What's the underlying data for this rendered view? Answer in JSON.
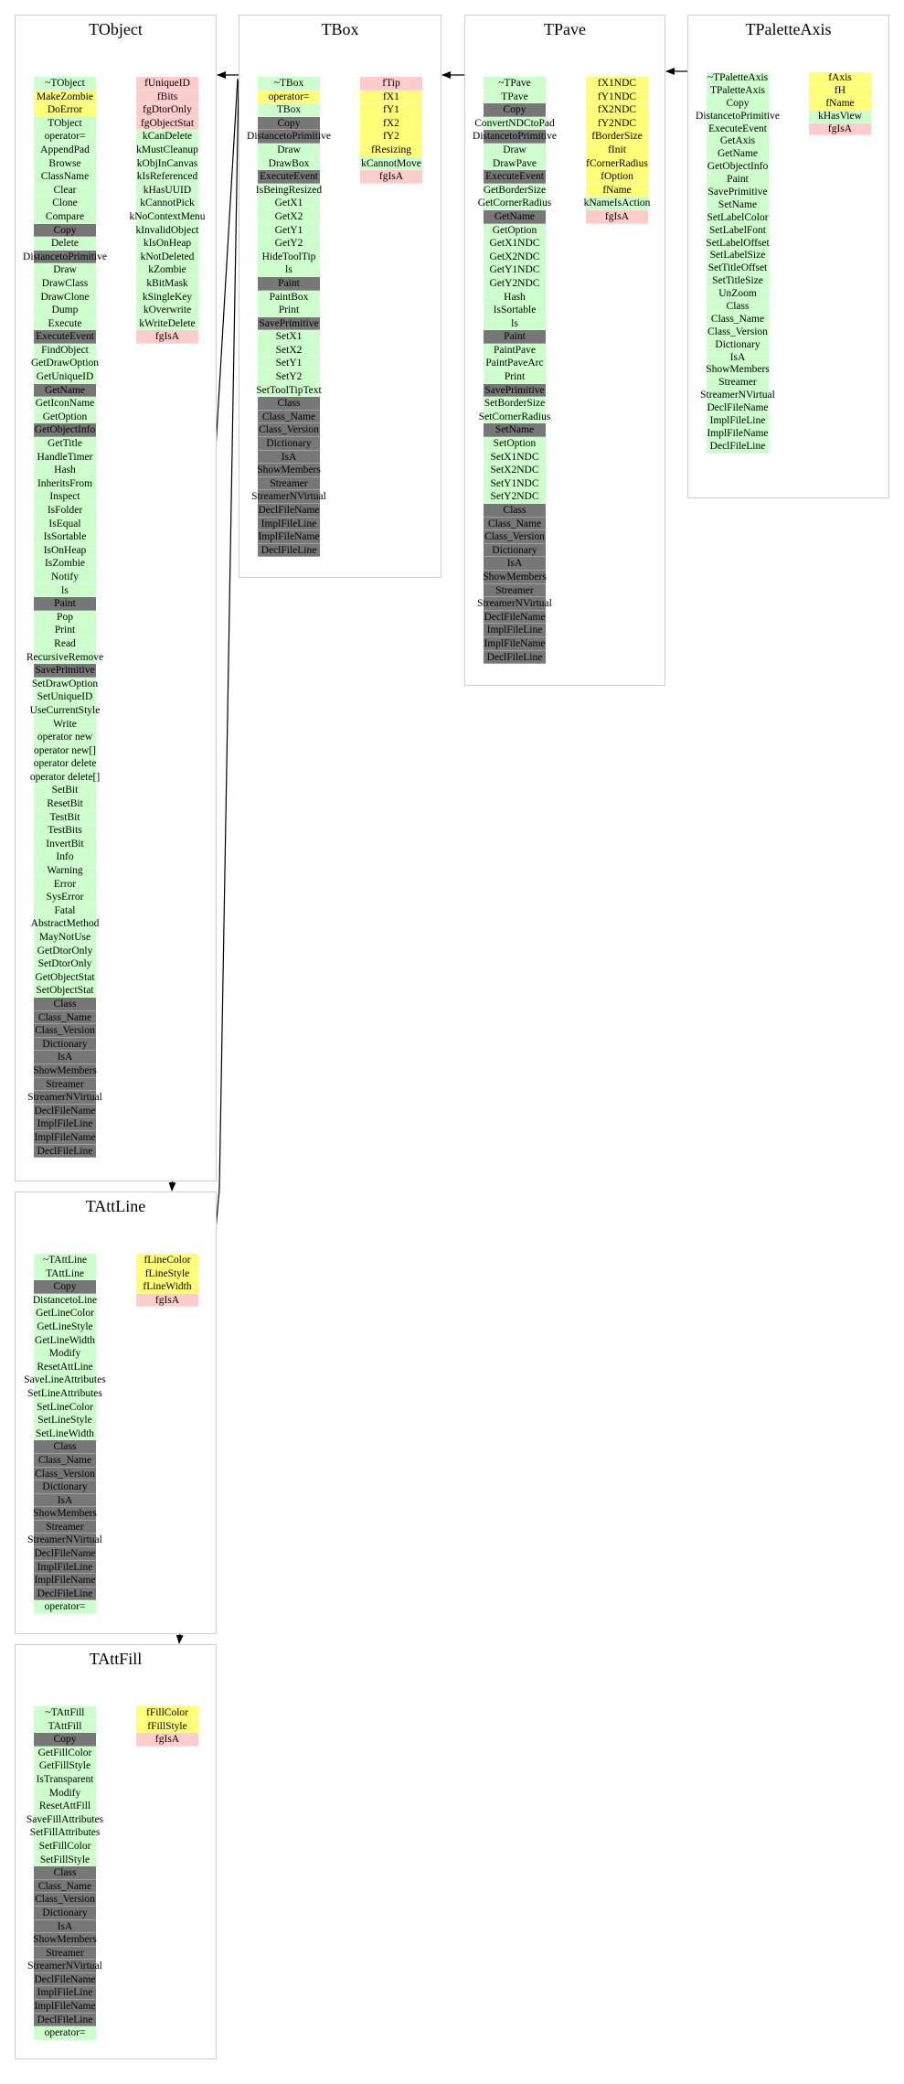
{
  "colors": {
    "g": "#ccffcc",
    "y": "#ffff77",
    "p": "#ffcccc",
    "d": "#777777"
  },
  "classes": [
    {
      "id": "tobject",
      "name": "TObject",
      "methods": [
        [
          "~TObject",
          "g"
        ],
        [
          "MakeZombie",
          "y"
        ],
        [
          "DoError",
          "y"
        ],
        [
          "TObject",
          "g"
        ],
        [
          "operator=",
          "g"
        ],
        [
          "AppendPad",
          "g"
        ],
        [
          "Browse",
          "g"
        ],
        [
          "ClassName",
          "g"
        ],
        [
          "Clear",
          "g"
        ],
        [
          "Clone",
          "g"
        ],
        [
          "Compare",
          "g"
        ],
        [
          "Copy",
          "d"
        ],
        [
          "Delete",
          "g"
        ],
        [
          "DistancetoPrimitive",
          "d"
        ],
        [
          "Draw",
          "g"
        ],
        [
          "DrawClass",
          "g"
        ],
        [
          "DrawClone",
          "g"
        ],
        [
          "Dump",
          "g"
        ],
        [
          "Execute",
          "g"
        ],
        [
          "ExecuteEvent",
          "d"
        ],
        [
          "FindObject",
          "g"
        ],
        [
          "GetDrawOption",
          "g"
        ],
        [
          "GetUniqueID",
          "g"
        ],
        [
          "GetName",
          "d"
        ],
        [
          "GetIconName",
          "g"
        ],
        [
          "GetOption",
          "g"
        ],
        [
          "GetObjectInfo",
          "d"
        ],
        [
          "GetTitle",
          "g"
        ],
        [
          "HandleTimer",
          "g"
        ],
        [
          "Hash",
          "g"
        ],
        [
          "InheritsFrom",
          "g"
        ],
        [
          "Inspect",
          "g"
        ],
        [
          "IsFolder",
          "g"
        ],
        [
          "IsEqual",
          "g"
        ],
        [
          "IsSortable",
          "g"
        ],
        [
          "IsOnHeap",
          "g"
        ],
        [
          "IsZombie",
          "g"
        ],
        [
          "Notify",
          "g"
        ],
        [
          "ls",
          "g"
        ],
        [
          "Paint",
          "d"
        ],
        [
          "Pop",
          "g"
        ],
        [
          "Print",
          "g"
        ],
        [
          "Read",
          "g"
        ],
        [
          "RecursiveRemove",
          "g"
        ],
        [
          "SavePrimitive",
          "d"
        ],
        [
          "SetDrawOption",
          "g"
        ],
        [
          "SetUniqueID",
          "g"
        ],
        [
          "UseCurrentStyle",
          "g"
        ],
        [
          "Write",
          "g"
        ],
        [
          "operator new",
          "g"
        ],
        [
          "operator new[]",
          "g"
        ],
        [
          "operator delete",
          "g"
        ],
        [
          "operator delete[]",
          "g"
        ],
        [
          "SetBit",
          "g"
        ],
        [
          "ResetBit",
          "g"
        ],
        [
          "TestBit",
          "g"
        ],
        [
          "TestBits",
          "g"
        ],
        [
          "InvertBit",
          "g"
        ],
        [
          "Info",
          "g"
        ],
        [
          "Warning",
          "g"
        ],
        [
          "Error",
          "g"
        ],
        [
          "SysError",
          "g"
        ],
        [
          "Fatal",
          "g"
        ],
        [
          "AbstractMethod",
          "g"
        ],
        [
          "MayNotUse",
          "g"
        ],
        [
          "GetDtorOnly",
          "g"
        ],
        [
          "SetDtorOnly",
          "g"
        ],
        [
          "GetObjectStat",
          "g"
        ],
        [
          "SetObjectStat",
          "g"
        ],
        [
          "Class",
          "d"
        ],
        [
          "Class_Name",
          "d"
        ],
        [
          "Class_Version",
          "d"
        ],
        [
          "Dictionary",
          "d"
        ],
        [
          "IsA",
          "d"
        ],
        [
          "ShowMembers",
          "d"
        ],
        [
          "Streamer",
          "d"
        ],
        [
          "StreamerNVirtual",
          "d"
        ],
        [
          "DeclFileName",
          "d"
        ],
        [
          "ImplFileLine",
          "d"
        ],
        [
          "ImplFileName",
          "d"
        ],
        [
          "DeclFileLine",
          "d"
        ]
      ],
      "fields": [
        [
          "fUniqueID",
          "p"
        ],
        [
          "fBits",
          "p"
        ],
        [
          "fgDtorOnly",
          "p"
        ],
        [
          "fgObjectStat",
          "p"
        ],
        [
          "kCanDelete",
          "g"
        ],
        [
          "kMustCleanup",
          "g"
        ],
        [
          "kObjInCanvas",
          "g"
        ],
        [
          "kIsReferenced",
          "g"
        ],
        [
          "kHasUUID",
          "g"
        ],
        [
          "kCannotPick",
          "g"
        ],
        [
          "kNoContextMenu",
          "g"
        ],
        [
          "kInvalidObject",
          "g"
        ],
        [
          "kIsOnHeap",
          "g"
        ],
        [
          "kNotDeleted",
          "g"
        ],
        [
          "kZombie",
          "g"
        ],
        [
          "kBitMask",
          "g"
        ],
        [
          "kSingleKey",
          "g"
        ],
        [
          "kOverwrite",
          "g"
        ],
        [
          "kWriteDelete",
          "g"
        ],
        [
          "fgIsA",
          "p"
        ]
      ]
    },
    {
      "id": "tbox",
      "name": "TBox",
      "methods": [
        [
          "~TBox",
          "g"
        ],
        [
          "operator=",
          "y"
        ],
        [
          "TBox",
          "g"
        ],
        [
          "Copy",
          "d"
        ],
        [
          "DistancetoPrimitive",
          "d"
        ],
        [
          "Draw",
          "g"
        ],
        [
          "DrawBox",
          "g"
        ],
        [
          "ExecuteEvent",
          "d"
        ],
        [
          "IsBeingResized",
          "g"
        ],
        [
          "GetX1",
          "g"
        ],
        [
          "GetX2",
          "g"
        ],
        [
          "GetY1",
          "g"
        ],
        [
          "GetY2",
          "g"
        ],
        [
          "HideToolTip",
          "g"
        ],
        [
          "ls",
          "g"
        ],
        [
          "Paint",
          "d"
        ],
        [
          "PaintBox",
          "g"
        ],
        [
          "Print",
          "g"
        ],
        [
          "SavePrimitive",
          "d"
        ],
        [
          "SetX1",
          "g"
        ],
        [
          "SetX2",
          "g"
        ],
        [
          "SetY1",
          "g"
        ],
        [
          "SetY2",
          "g"
        ],
        [
          "SetToolTipText",
          "g"
        ],
        [
          "Class",
          "d"
        ],
        [
          "Class_Name",
          "d"
        ],
        [
          "Class_Version",
          "d"
        ],
        [
          "Dictionary",
          "d"
        ],
        [
          "IsA",
          "d"
        ],
        [
          "ShowMembers",
          "d"
        ],
        [
          "Streamer",
          "d"
        ],
        [
          "StreamerNVirtual",
          "d"
        ],
        [
          "DeclFileName",
          "d"
        ],
        [
          "ImplFileLine",
          "d"
        ],
        [
          "ImplFileName",
          "d"
        ],
        [
          "DeclFileLine",
          "d"
        ]
      ],
      "fields": [
        [
          "fTip",
          "p"
        ],
        [
          "fX1",
          "y"
        ],
        [
          "fY1",
          "y"
        ],
        [
          "fX2",
          "y"
        ],
        [
          "fY2",
          "y"
        ],
        [
          "fResizing",
          "y"
        ],
        [
          "kCannotMove",
          "g"
        ],
        [
          "fgIsA",
          "p"
        ]
      ]
    },
    {
      "id": "tpave",
      "name": "TPave",
      "methods": [
        [
          "~TPave",
          "g"
        ],
        [
          "TPave",
          "g"
        ],
        [
          "Copy",
          "d"
        ],
        [
          "ConvertNDCtoPad",
          "g"
        ],
        [
          "DistancetoPrimitive",
          "d"
        ],
        [
          "Draw",
          "g"
        ],
        [
          "DrawPave",
          "g"
        ],
        [
          "ExecuteEvent",
          "d"
        ],
        [
          "GetBorderSize",
          "g"
        ],
        [
          "GetCornerRadius",
          "g"
        ],
        [
          "GetName",
          "d"
        ],
        [
          "GetOption",
          "g"
        ],
        [
          "GetX1NDC",
          "g"
        ],
        [
          "GetX2NDC",
          "g"
        ],
        [
          "GetY1NDC",
          "g"
        ],
        [
          "GetY2NDC",
          "g"
        ],
        [
          "Hash",
          "g"
        ],
        [
          "IsSortable",
          "g"
        ],
        [
          "ls",
          "g"
        ],
        [
          "Paint",
          "d"
        ],
        [
          "PaintPave",
          "g"
        ],
        [
          "PaintPaveArc",
          "g"
        ],
        [
          "Print",
          "g"
        ],
        [
          "SavePrimitive",
          "d"
        ],
        [
          "SetBorderSize",
          "g"
        ],
        [
          "SetCornerRadius",
          "g"
        ],
        [
          "SetName",
          "d"
        ],
        [
          "SetOption",
          "g"
        ],
        [
          "SetX1NDC",
          "g"
        ],
        [
          "SetX2NDC",
          "g"
        ],
        [
          "SetY1NDC",
          "g"
        ],
        [
          "SetY2NDC",
          "g"
        ],
        [
          "Class",
          "d"
        ],
        [
          "Class_Name",
          "d"
        ],
        [
          "Class_Version",
          "d"
        ],
        [
          "Dictionary",
          "d"
        ],
        [
          "IsA",
          "d"
        ],
        [
          "ShowMembers",
          "d"
        ],
        [
          "Streamer",
          "d"
        ],
        [
          "StreamerNVirtual",
          "d"
        ],
        [
          "DeclFileName",
          "d"
        ],
        [
          "ImplFileLine",
          "d"
        ],
        [
          "ImplFileName",
          "d"
        ],
        [
          "DeclFileLine",
          "d"
        ]
      ],
      "fields": [
        [
          "fX1NDC",
          "y"
        ],
        [
          "fY1NDC",
          "y"
        ],
        [
          "fX2NDC",
          "y"
        ],
        [
          "fY2NDC",
          "y"
        ],
        [
          "fBorderSize",
          "y"
        ],
        [
          "fInit",
          "y"
        ],
        [
          "fCornerRadius",
          "y"
        ],
        [
          "fOption",
          "y"
        ],
        [
          "fName",
          "y"
        ],
        [
          "kNameIsAction",
          "g"
        ],
        [
          "fgIsA",
          "p"
        ]
      ]
    },
    {
      "id": "tpaletteaxis",
      "name": "TPaletteAxis",
      "methods": [
        [
          "~TPaletteAxis",
          "g"
        ],
        [
          "TPaletteAxis",
          "g"
        ],
        [
          "Copy",
          "g"
        ],
        [
          "DistancetoPrimitive",
          "g"
        ],
        [
          "ExecuteEvent",
          "g"
        ],
        [
          "GetAxis",
          "g"
        ],
        [
          "GetName",
          "g"
        ],
        [
          "GetObjectInfo",
          "g"
        ],
        [
          "Paint",
          "g"
        ],
        [
          "SavePrimitive",
          "g"
        ],
        [
          "SetName",
          "g"
        ],
        [
          "SetLabelColor",
          "g"
        ],
        [
          "SetLabelFont",
          "g"
        ],
        [
          "SetLabelOffset",
          "g"
        ],
        [
          "SetLabelSize",
          "g"
        ],
        [
          "SetTitleOffset",
          "g"
        ],
        [
          "SetTitleSize",
          "g"
        ],
        [
          "UnZoom",
          "g"
        ],
        [
          "Class",
          "g"
        ],
        [
          "Class_Name",
          "g"
        ],
        [
          "Class_Version",
          "g"
        ],
        [
          "Dictionary",
          "g"
        ],
        [
          "IsA",
          "g"
        ],
        [
          "ShowMembers",
          "g"
        ],
        [
          "Streamer",
          "g"
        ],
        [
          "StreamerNVirtual",
          "g"
        ],
        [
          "DeclFileName",
          "g"
        ],
        [
          "ImplFileLine",
          "g"
        ],
        [
          "ImplFileName",
          "g"
        ],
        [
          "DeclFileLine",
          "g"
        ]
      ],
      "fields": [
        [
          "fAxis",
          "y"
        ],
        [
          "fH",
          "y"
        ],
        [
          "fName",
          "y"
        ],
        [
          "kHasView",
          "g"
        ],
        [
          "fgIsA",
          "p"
        ]
      ]
    },
    {
      "id": "tattline",
      "name": "TAttLine",
      "methods": [
        [
          "~TAttLine",
          "g"
        ],
        [
          "TAttLine",
          "g"
        ],
        [
          "Copy",
          "d"
        ],
        [
          "DistancetoLine",
          "g"
        ],
        [
          "GetLineColor",
          "g"
        ],
        [
          "GetLineStyle",
          "g"
        ],
        [
          "GetLineWidth",
          "g"
        ],
        [
          "Modify",
          "g"
        ],
        [
          "ResetAttLine",
          "g"
        ],
        [
          "SaveLineAttributes",
          "g"
        ],
        [
          "SetLineAttributes",
          "g"
        ],
        [
          "SetLineColor",
          "g"
        ],
        [
          "SetLineStyle",
          "g"
        ],
        [
          "SetLineWidth",
          "g"
        ],
        [
          "Class",
          "d"
        ],
        [
          "Class_Name",
          "d"
        ],
        [
          "Class_Version",
          "d"
        ],
        [
          "Dictionary",
          "d"
        ],
        [
          "IsA",
          "d"
        ],
        [
          "ShowMembers",
          "d"
        ],
        [
          "Streamer",
          "d"
        ],
        [
          "StreamerNVirtual",
          "d"
        ],
        [
          "DeclFileName",
          "d"
        ],
        [
          "ImplFileLine",
          "d"
        ],
        [
          "ImplFileName",
          "d"
        ],
        [
          "DeclFileLine",
          "d"
        ],
        [
          "operator=",
          "g"
        ]
      ],
      "fields": [
        [
          "fLineColor",
          "y"
        ],
        [
          "fLineStyle",
          "y"
        ],
        [
          "fLineWidth",
          "y"
        ],
        [
          "fgIsA",
          "p"
        ]
      ]
    },
    {
      "id": "tattfill",
      "name": "TAttFill",
      "methods": [
        [
          "~TAttFill",
          "g"
        ],
        [
          "TAttFill",
          "g"
        ],
        [
          "Copy",
          "d"
        ],
        [
          "GetFillColor",
          "g"
        ],
        [
          "GetFillStyle",
          "g"
        ],
        [
          "IsTransparent",
          "g"
        ],
        [
          "Modify",
          "g"
        ],
        [
          "ResetAttFill",
          "g"
        ],
        [
          "SaveFillAttributes",
          "g"
        ],
        [
          "SetFillAttributes",
          "g"
        ],
        [
          "SetFillColor",
          "g"
        ],
        [
          "SetFillStyle",
          "g"
        ],
        [
          "Class",
          "d"
        ],
        [
          "Class_Name",
          "d"
        ],
        [
          "Class_Version",
          "d"
        ],
        [
          "Dictionary",
          "d"
        ],
        [
          "IsA",
          "d"
        ],
        [
          "ShowMembers",
          "d"
        ],
        [
          "Streamer",
          "d"
        ],
        [
          "StreamerNVirtual",
          "d"
        ],
        [
          "DeclFileName",
          "d"
        ],
        [
          "ImplFileLine",
          "d"
        ],
        [
          "ImplFileName",
          "d"
        ],
        [
          "DeclFileLine",
          "d"
        ],
        [
          "operator=",
          "g"
        ]
      ],
      "fields": [
        [
          "fFillColor",
          "y"
        ],
        [
          "fFillStyle",
          "y"
        ],
        [
          "fgIsA",
          "p"
        ]
      ]
    }
  ]
}
